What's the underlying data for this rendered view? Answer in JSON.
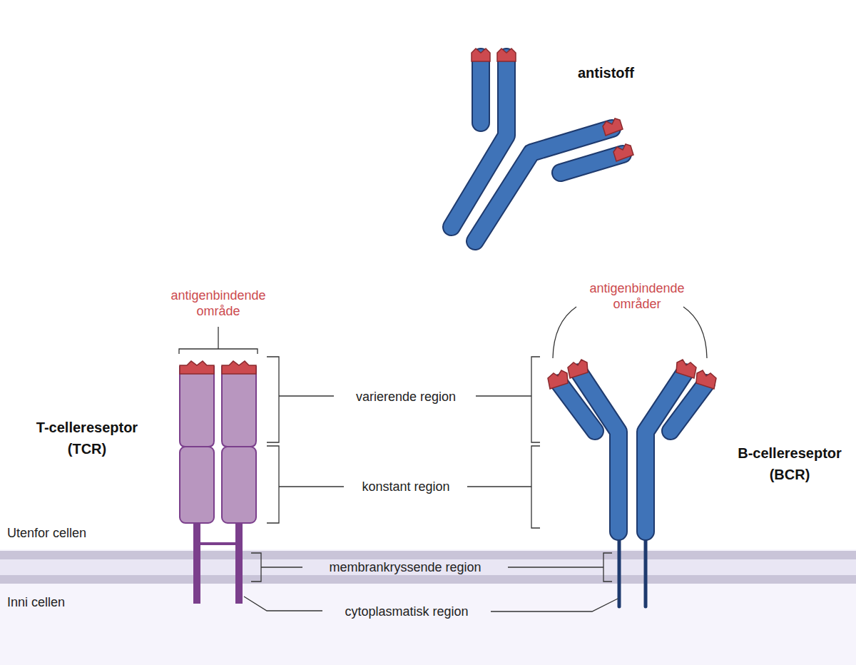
{
  "diagram": {
    "labels": [
      "antistoff",
      "antigenbindende område",
      "T-cellereseptor (TCR)",
      "varierende region",
      "konstant region",
      "antigenbindende områder",
      "B-cellereseptor (BCR)",
      "Utenfor cellen",
      "membrankryssende region",
      "Inni cellen",
      "cytoplasmatisk region"
    ]
  }
}
